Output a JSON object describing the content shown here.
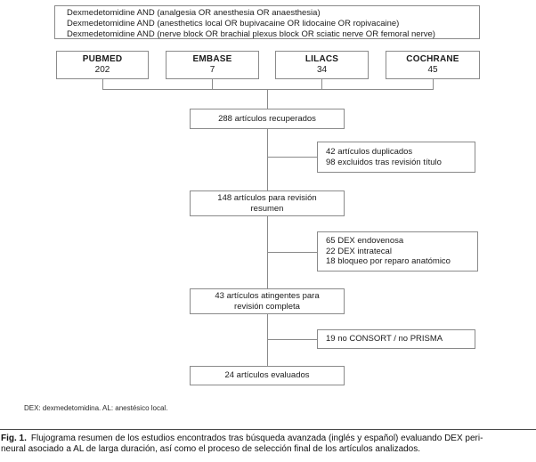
{
  "colors": {
    "box_border": "#8a8a8a",
    "connector_line": "#8a8a8a",
    "caption_rule": "#4a4a4a",
    "text": "#1b1b1b",
    "background": "#ffffff"
  },
  "search_strategy": "Dexmedetomidine AND (analgesia OR anesthesia OR anaesthesia)\nDexmedetomidine AND (anesthetics local OR bupivacaine OR lidocaine OR ropivacaine)\nDexmedetomidine AND (nerve block OR brachial plexus block OR sciatic nerve OR femoral nerve)",
  "databases": [
    {
      "name": "PUBMED",
      "count": "202"
    },
    {
      "name": "EMBASE",
      "count": "7"
    },
    {
      "name": "LILACS",
      "count": "34"
    },
    {
      "name": "COCHRANE",
      "count": "45"
    }
  ],
  "flow": {
    "retrieved": "288 artículos recuperados",
    "abstract_review": "148 artículos para revisión\nresumen",
    "fulltext_review": "43 artículos atingentes para\nrevisión completa",
    "evaluated": "24 artículos evaluados"
  },
  "exclusions": {
    "duplicates": "42 artículos duplicados\n98 excluidos tras revisión título",
    "dex": "65 DEX endovenosa\n22 DEX intratecal\n18 bloqueo por reparo anatómico",
    "consort": "19 no CONSORT / no PRISMA"
  },
  "footnote": "DEX: dexmedetomidina. AL: anestésico local.",
  "caption": {
    "label": "Fig. 1.",
    "line1": "Flujograma resumen de los estudios encontrados tras búsqueda avanzada (inglés y español) evaluando DEX peri-",
    "line2": "neural asociado a AL de larga duración, así como el proceso de selección final de los artículos analizados."
  }
}
